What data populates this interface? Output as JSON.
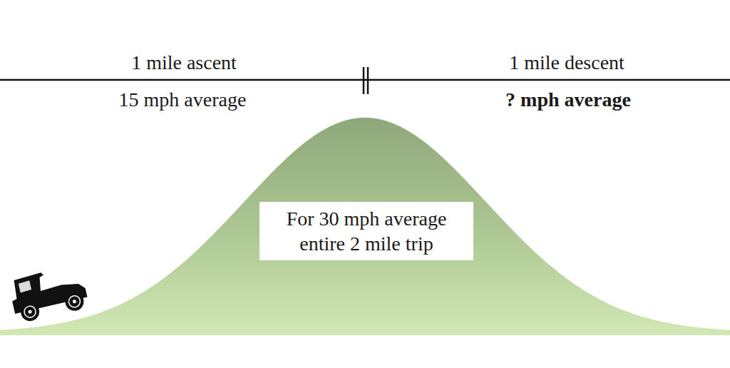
{
  "diagram": {
    "nodes": [
      {
        "text": [
          "For 30 mph average entire 2 mile trip"
        ]
      }
    ],
    "labels": [
      "1 mile ascent",
      "15 mph average",
      "1 mile descent",
      "? mph average"
    ]
  }
}
